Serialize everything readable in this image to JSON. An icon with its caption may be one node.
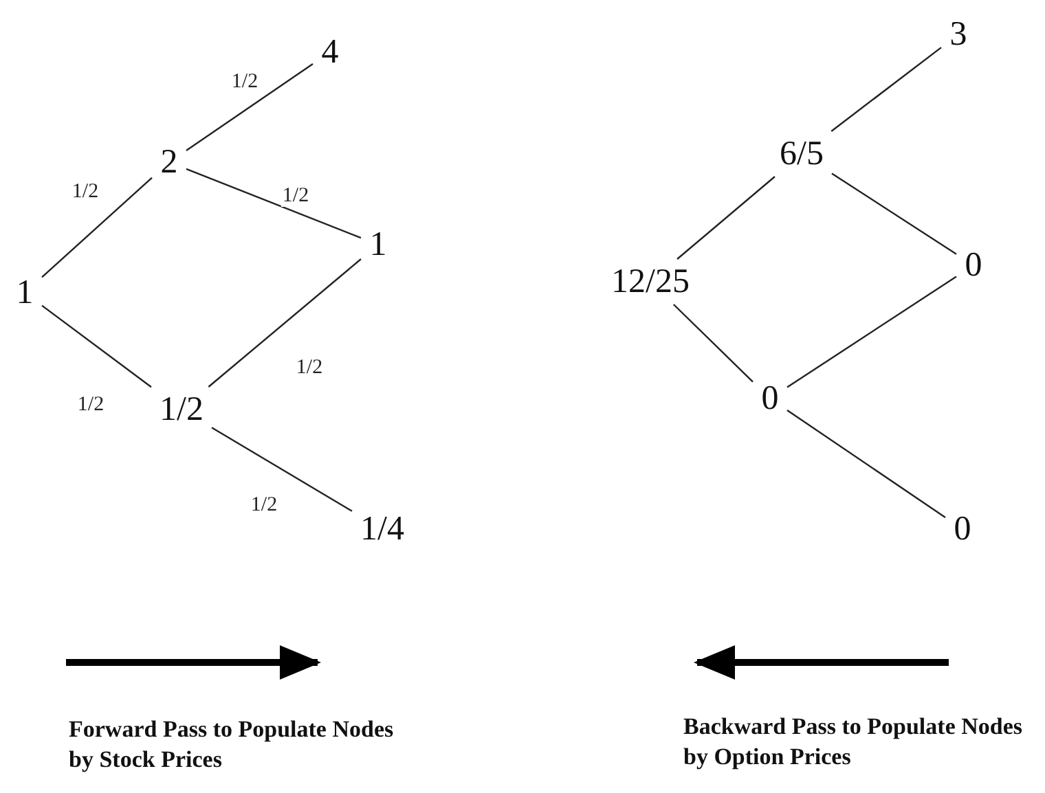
{
  "diagram": {
    "nodes": [
      {
        "text": [
          "1"
        ]
      },
      {
        "text": [
          "2"
        ]
      },
      {
        "text": [
          "4"
        ]
      },
      {
        "text": [
          "1"
        ]
      },
      {
        "text": [
          "1/2"
        ]
      },
      {
        "text": [
          "1/4"
        ]
      },
      {
        "text": [
          "12/25"
        ]
      },
      {
        "text": [
          "6/5"
        ]
      },
      {
        "text": [
          "3"
        ]
      },
      {
        "text": [
          "0"
        ]
      },
      {
        "text": [
          "0"
        ]
      },
      {
        "text": [
          "0"
        ]
      }
    ],
    "edges": [
      {
        "from": 0,
        "to": 1,
        "arrow": "none",
        "label": "1/2"
      },
      {
        "from": 1,
        "to": 2,
        "arrow": "none",
        "label": "1/2"
      },
      {
        "from": 1,
        "to": 3,
        "arrow": "none",
        "label": "1/2"
      },
      {
        "from": 0,
        "to": 4,
        "arrow": "none",
        "label": "1/2"
      },
      {
        "from": 4,
        "to": 3,
        "arrow": "none",
        "label": "1/2"
      },
      {
        "from": 4,
        "to": 5,
        "arrow": "none",
        "label": "1/2"
      },
      {
        "from": 6,
        "to": 7,
        "arrow": "none"
      },
      {
        "from": 7,
        "to": 8,
        "arrow": "none"
      },
      {
        "from": 7,
        "to": 9,
        "arrow": "none"
      },
      {
        "from": 6,
        "to": 10,
        "arrow": "none"
      },
      {
        "from": 10,
        "to": 9,
        "arrow": "none"
      },
      {
        "from": 10,
        "to": 11,
        "arrow": "none"
      }
    ],
    "labels": [
      "Forward Pass to Populate Nodes by Stock Prices",
      "Backward Pass to Populate Nodes by Option Prices"
    ]
  }
}
